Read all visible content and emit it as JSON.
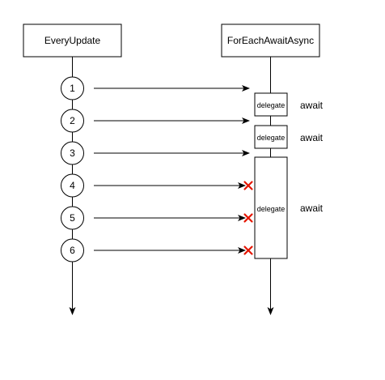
{
  "participants": {
    "left": {
      "label": "EveryUpdate"
    },
    "right": {
      "label": "ForEachAwaitAsync"
    }
  },
  "messages": [
    {
      "number": "1",
      "blocked": false
    },
    {
      "number": "2",
      "blocked": false
    },
    {
      "number": "3",
      "blocked": false
    },
    {
      "number": "4",
      "blocked": true
    },
    {
      "number": "5",
      "blocked": true
    },
    {
      "number": "6",
      "blocked": true
    }
  ],
  "activations": [
    {
      "label": "delegate",
      "note": "await"
    },
    {
      "label": "delegate",
      "note": "await"
    },
    {
      "label": "delegate",
      "note": "await"
    }
  ],
  "colors": {
    "stroke": "#000000",
    "fill": "#ffffff",
    "blocked_mark": "#e51400"
  }
}
